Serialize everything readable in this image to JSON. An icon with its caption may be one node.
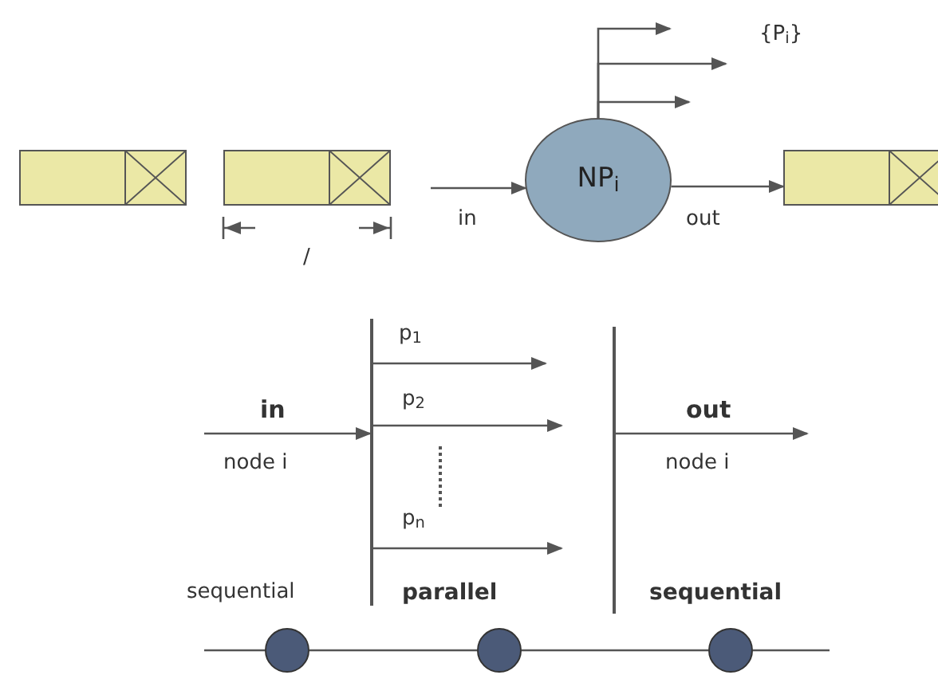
{
  "diagram": {
    "nodes": [
      {
        "text": [],
        "shape": "box"
      },
      {
        "text": [],
        "shape": "box"
      },
      {
        "text": [],
        "shape": "box"
      },
      {
        "text": [
          "NP$_{i}$"
        ]
      },
      {
        "text": [],
        "shape": "bar"
      },
      {
        "text": [],
        "shape": "bar"
      },
      {
        "text": [],
        "shape": "circle"
      },
      {
        "text": [],
        "shape": "circle"
      },
      {
        "text": [],
        "shape": "circle"
      }
    ],
    "edges": [
      {
        "from": null,
        "to": 3,
        "arrow": "to",
        "label": "in"
      },
      {
        "from": 3,
        "to": 2,
        "arrow": "to",
        "label": "out"
      },
      {
        "from": 3,
        "to": null,
        "arrow": "to"
      },
      {
        "from": 3,
        "to": null,
        "arrow": "to"
      },
      {
        "from": 3,
        "to": null,
        "arrow": "to"
      },
      {
        "from": null,
        "to": 4,
        "arrow": "to",
        "label": "in"
      },
      {
        "from": 4,
        "to": null,
        "arrow": "to",
        "label": "p$_{1}$"
      },
      {
        "from": 4,
        "to": null,
        "arrow": "to",
        "label": "p$_{2}$"
      },
      {
        "from": 4,
        "to": null,
        "arrow": "to",
        "label": "p$_{n}$"
      },
      {
        "from": 5,
        "to": null,
        "arrow": "to",
        "label": "out"
      },
      {
        "from": null,
        "to": 6,
        "arrow": "none"
      },
      {
        "from": 6,
        "to": 7,
        "arrow": "none"
      },
      {
        "from": 7,
        "to": 8,
        "arrow": "none"
      },
      {
        "from": 8,
        "to": null,
        "arrow": "none"
      }
    ],
    "labels": [
      "{P$_{i}$}",
      "/",
      "node i",
      "node i",
      "sequential",
      "parallel",
      "sequential"
    ]
  }
}
